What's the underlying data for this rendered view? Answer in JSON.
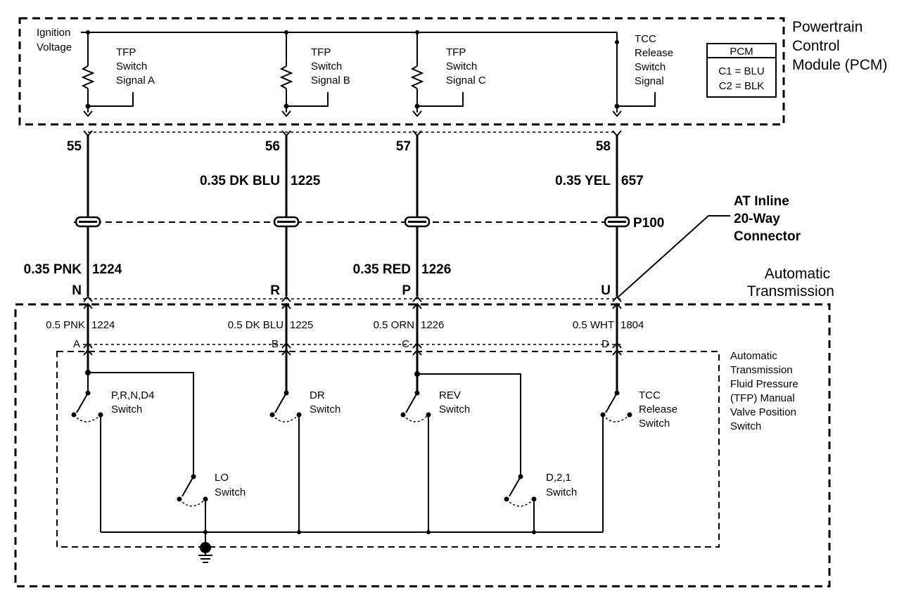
{
  "pcm": {
    "title_lines": [
      "Powertrain",
      "Control",
      "Module (PCM)"
    ],
    "ignition_lines": [
      "Ignition",
      "Voltage"
    ],
    "signals": [
      [
        "TFP",
        "Switch",
        "Signal A"
      ],
      [
        "TFP",
        "Switch",
        "Signal B"
      ],
      [
        "TFP",
        "Switch",
        "Signal C"
      ],
      [
        "TCC",
        "Release",
        "Switch",
        "Signal"
      ]
    ],
    "legend": {
      "header": "PCM",
      "row1": "C1 = BLU",
      "row2": "C2 = BLK"
    }
  },
  "pins": [
    "55",
    "56",
    "57",
    "58"
  ],
  "upper_wires": [
    {
      "gauge_color": "",
      "circuit": ""
    },
    {
      "gauge_color": "0.35 DK BLU",
      "circuit": "1225"
    },
    {
      "gauge_color": "",
      "circuit": ""
    },
    {
      "gauge_color": "0.35 YEL",
      "circuit": "657"
    }
  ],
  "connector": {
    "id": "P100",
    "label_lines": [
      "AT Inline",
      "20-Way",
      "Connector"
    ]
  },
  "lower_wires": [
    {
      "gauge_color": "0.35 PNK",
      "circuit": "1224"
    },
    {
      "gauge_color": "",
      "circuit": ""
    },
    {
      "gauge_color": "0.35 RED",
      "circuit": "1226"
    },
    {
      "gauge_color": "",
      "circuit": ""
    }
  ],
  "inline_pins": [
    "N",
    "R",
    "P",
    "U"
  ],
  "transmission": {
    "label_lines": [
      "Automatic",
      "Transmission"
    ]
  },
  "trans_wires": [
    {
      "gauge_color": "0.5 PNK",
      "circuit": "1224",
      "pin": "A"
    },
    {
      "gauge_color": "0.5 DK BLU",
      "circuit": "1225",
      "pin": "B"
    },
    {
      "gauge_color": "0.5 ORN",
      "circuit": "1226",
      "pin": "C"
    },
    {
      "gauge_color": "0.5 WHT",
      "circuit": "1804",
      "pin": "D"
    }
  ],
  "tfp_assembly": {
    "label_lines": [
      "Automatic",
      "Transmission",
      "Fluid Pressure",
      "(TFP) Manual",
      "Valve Position",
      "Switch"
    ]
  },
  "switches": {
    "prnd4": [
      "P,R,N,D4",
      "Switch"
    ],
    "lo": [
      "LO",
      "Switch"
    ],
    "dr": [
      "DR",
      "Switch"
    ],
    "rev": [
      "REV",
      "Switch"
    ],
    "d21": [
      "D,2,1",
      "Switch"
    ],
    "tcc": [
      "TCC",
      "Release",
      "Switch"
    ]
  }
}
